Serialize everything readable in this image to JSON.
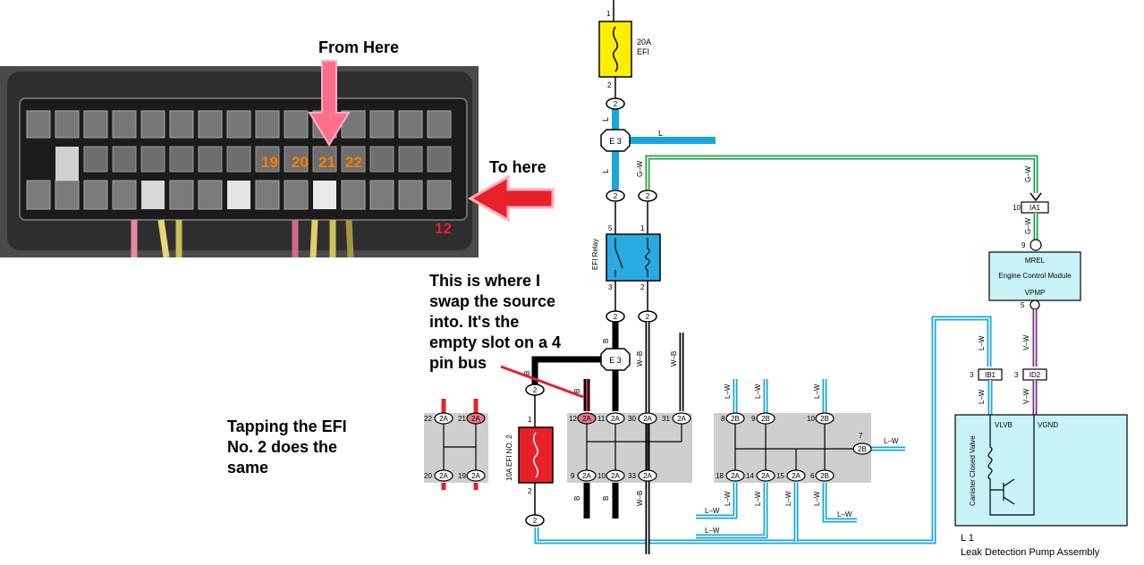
{
  "annotations": {
    "from_here": "From Here",
    "to_here": "To here",
    "swap_note": [
      "This is where I",
      "swap the source",
      "into. It's the",
      "empty slot on a 4",
      "pin bus"
    ],
    "tapping_note": [
      "Tapping the EFI",
      "No. 2 does the",
      "same"
    ]
  },
  "photo": {
    "pin_labels": [
      "19",
      "20",
      "21",
      "22"
    ],
    "pin_12": "12"
  },
  "fuses": {
    "efi": {
      "rating": "20A",
      "name": "EFI"
    },
    "efi2": {
      "label": "10A EFI NO. 2"
    }
  },
  "relay": {
    "label": "EFI Relay"
  },
  "ecm": {
    "code": "MREL",
    "name": "Engine Control Module",
    "pin_out": "VPMP"
  },
  "ldp": {
    "code": "L 1",
    "name": "Leak Detection Pump Assembly",
    "vlvb": "VLVB",
    "vgnd": "VGND",
    "valve": "Canister Closed Valve"
  },
  "connectors": {
    "e3": "E 3",
    "ia1": "IA1",
    "ib1": "IB1",
    "id2": "ID2"
  },
  "wire_colors": {
    "l": "L",
    "gw": "G–W",
    "b": "B",
    "wb": "W–B",
    "lw": "L–W",
    "vw": "V–W"
  },
  "colors": {
    "blue_wire": "#1aa7dd",
    "green_wire": "#22a24a",
    "purple_wire": "#7b2f8e",
    "fuse_yellow": "#ffee00",
    "fuse_red": "#e8202a",
    "relay_blue": "#29abe2",
    "ecm_fill": "#c8f4f8",
    "arrow_pink": "#ff6f8a",
    "arrow_red": "#e8202a",
    "pin_orange": "#ff7f00"
  }
}
